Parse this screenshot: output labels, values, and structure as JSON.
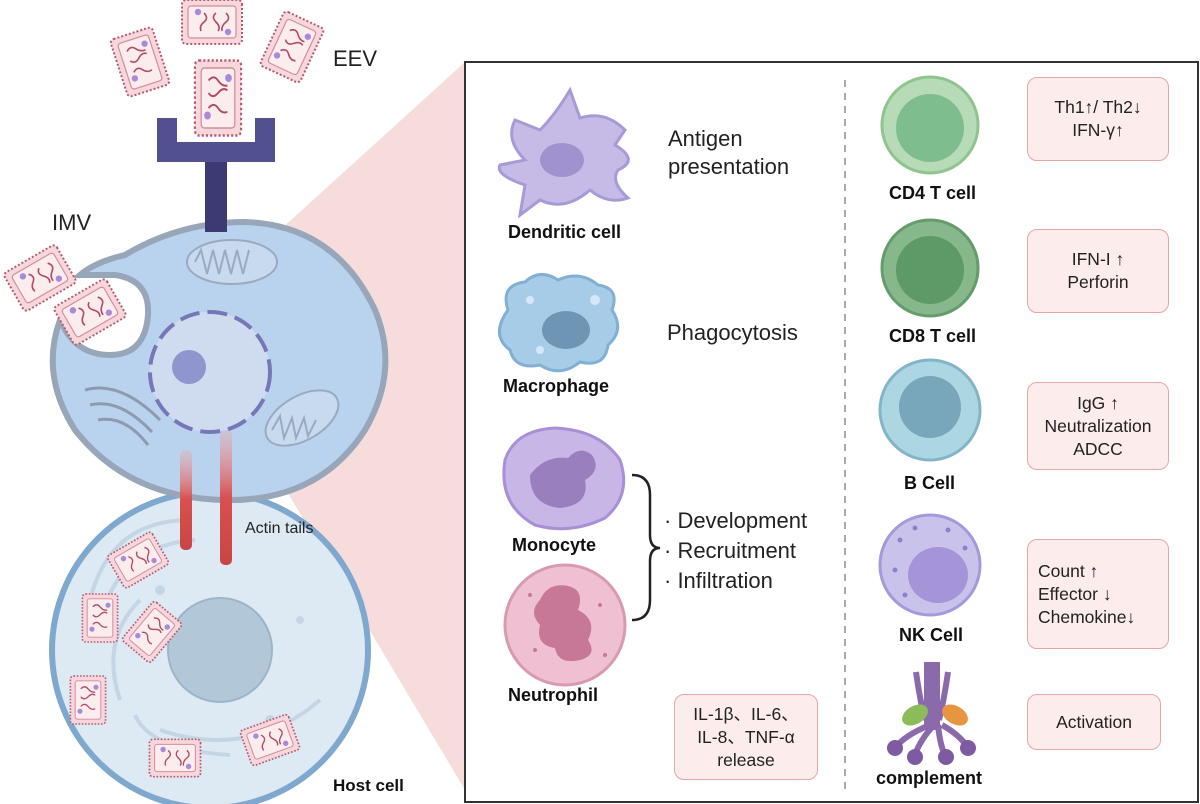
{
  "virus_labels": {
    "eev": "EEV",
    "imv": "IMV",
    "actin_tails": "Actin tails",
    "host_cell": "Host cell"
  },
  "innate": {
    "dendritic": {
      "name": "Dendritic cell",
      "function_line1": "Antigen",
      "function_line2": "presentation"
    },
    "macrophage": {
      "name": "Macrophage",
      "function": "Phagocytosis"
    },
    "monocyte": {
      "name": "Monocyte"
    },
    "neutrophil": {
      "name": "Neutrophil"
    },
    "shared_functions": [
      "· Development",
      "· Recruitment",
      "· Infiltration"
    ],
    "cytokines": [
      "IL-1β、IL-6、",
      "IL-8、TNF-α",
      "release"
    ]
  },
  "adaptive": [
    {
      "name": "CD4 T cell",
      "effects": [
        "Th1↑/ Th2↓",
        "IFN-γ↑"
      ]
    },
    {
      "name": "CD8 T cell",
      "effects": [
        "IFN-I ↑",
        "Perforin"
      ]
    },
    {
      "name": "B Cell",
      "effects": [
        "IgG ↑",
        "Neutralization",
        "ADCC"
      ]
    },
    {
      "name": "NK Cell",
      "effects": [
        "Count ↑",
        "Effector ↓",
        "Chemokine↓"
      ]
    },
    {
      "name": "complement",
      "effects": [
        "Activation"
      ]
    }
  ],
  "colors": {
    "cell_fill": "#b9d3ef",
    "cell_stroke": "#97a6b8",
    "receptor": "#52508f",
    "virion_fill": "#f6d7dc",
    "virion_stroke": "#b85a6e",
    "panel_border": "#333333",
    "box_fill": "#fdecec",
    "box_stroke": "#e3a7a7",
    "funnel": "#f7dcdc"
  }
}
